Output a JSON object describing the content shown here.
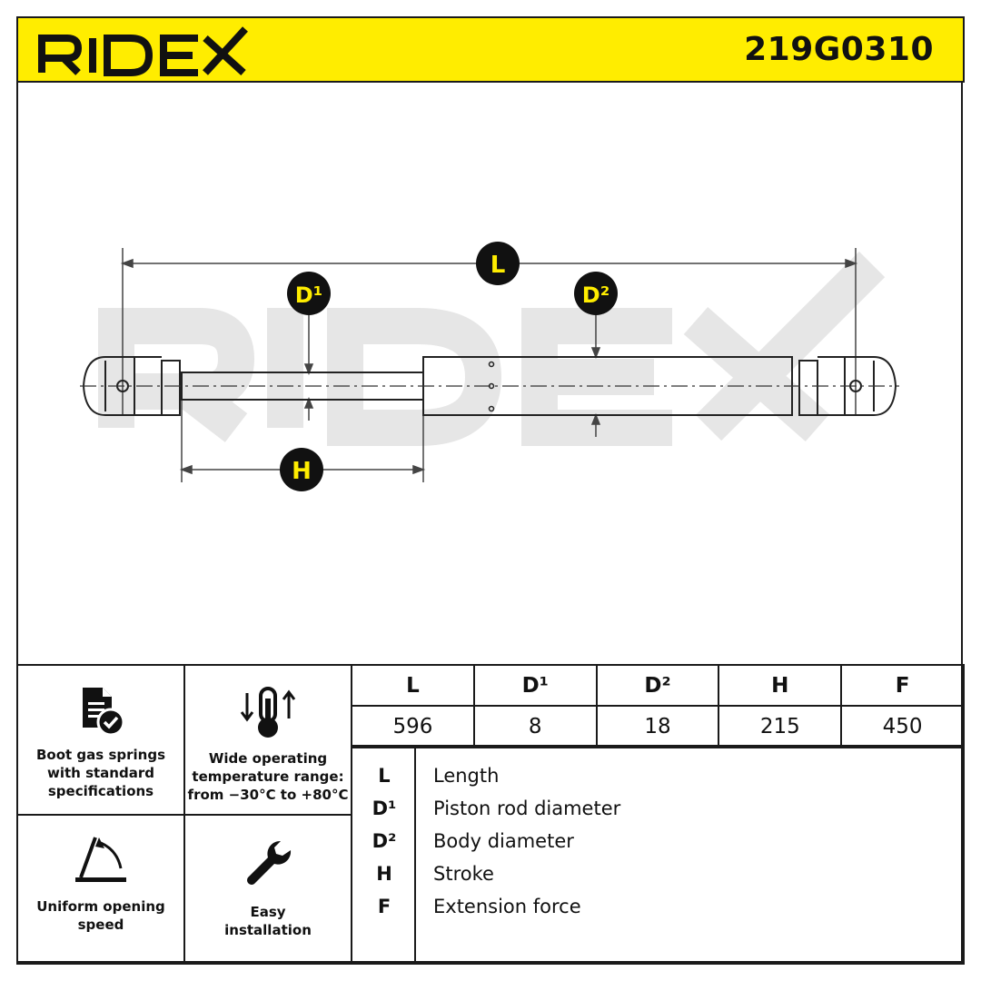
{
  "header": {
    "brand": "RIDEX",
    "part_number": "219G0310",
    "bg_color": "#ffed00"
  },
  "diagram": {
    "watermark": "RIDEX",
    "markers": {
      "length": "L",
      "rod_diameter": "D¹",
      "body_diameter": "D²",
      "stroke": "H"
    },
    "marker_text_color": "#ffed00"
  },
  "features": [
    {
      "icon": "document-check-icon",
      "label": "Boot gas springs\nwith standard\nspecifications"
    },
    {
      "icon": "thermometer-icon",
      "label": "Wide operating\ntemperature range:\nfrom −30°C to +80°C"
    },
    {
      "icon": "opening-angle-icon",
      "label": "Uniform opening\nspeed"
    },
    {
      "icon": "wrench-icon",
      "label": "Easy\ninstallation"
    }
  ],
  "spec_table": {
    "headers": [
      "L",
      "D¹",
      "D²",
      "H",
      "F"
    ],
    "values": [
      "596",
      "8",
      "18",
      "215",
      "450"
    ]
  },
  "legend": [
    {
      "symbol": "L",
      "description": "Length"
    },
    {
      "symbol": "D¹",
      "description": "Piston rod diameter"
    },
    {
      "symbol": "D²",
      "description": "Body diameter"
    },
    {
      "symbol": "H",
      "description": "Stroke"
    },
    {
      "symbol": "F",
      "description": "Extension force"
    }
  ]
}
